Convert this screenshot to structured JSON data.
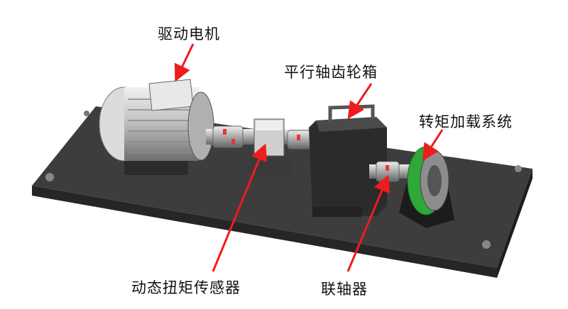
{
  "labels": {
    "drive_motor": "驱动电机",
    "gearbox": "平行轴齿轮箱",
    "torque_load": "转矩加载系统",
    "torque_sensor": "动态扭矩传感器",
    "coupling": "联轴器"
  },
  "colors": {
    "arrow": "#ee1c1c",
    "base_plate": "#3a3a3a",
    "load_disk": "#2fa83a",
    "gearbox": "#2b2b2b"
  }
}
